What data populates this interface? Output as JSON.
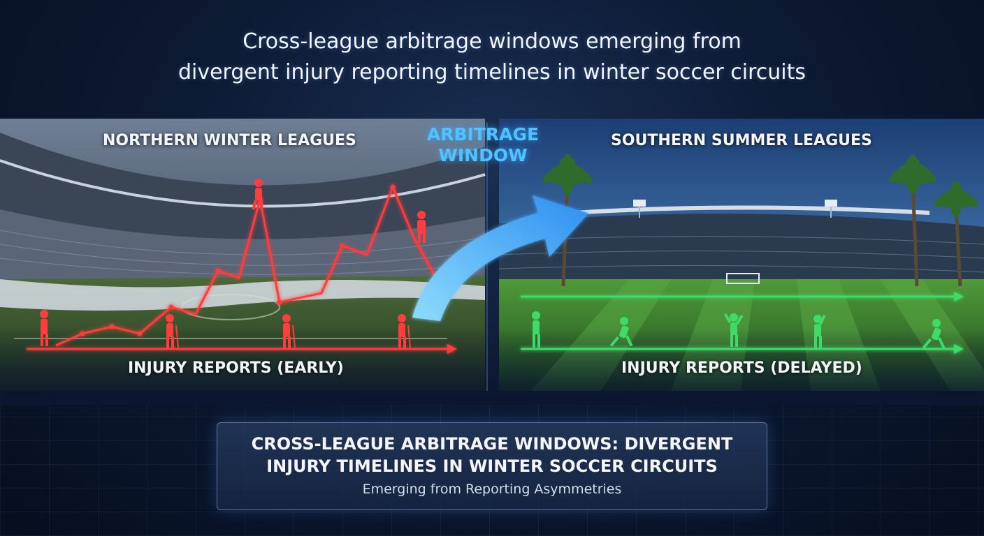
{
  "title": {
    "line1": "Cross-league arbitrage windows emerging from",
    "line2": "divergent injury reporting timelines in winter soccer circuits"
  },
  "left_panel": {
    "label": "NORTHERN WINTER LEAGUES",
    "axis_label": "INJURY REPORTS (EARLY)",
    "line_color": "#ff3b3b"
  },
  "right_panel": {
    "label": "SOUTHERN SUMMER LEAGUES",
    "axis_label": "INJURY REPORTS (DELAYED)",
    "line_color": "#3ddc6a"
  },
  "center": {
    "label_line1": "ARBITRAGE",
    "label_line2": "WINDOW",
    "arrow_color": "#3fb2ff"
  },
  "summary": {
    "title_line1": "CROSS-LEAGUE ARBITRAGE WINDOWS: DIVERGENT",
    "title_line2": "INJURY TIMELINES IN WINTER SOCCER CIRCUITS",
    "subtitle": "Emerging from Reporting Asymmetries"
  }
}
